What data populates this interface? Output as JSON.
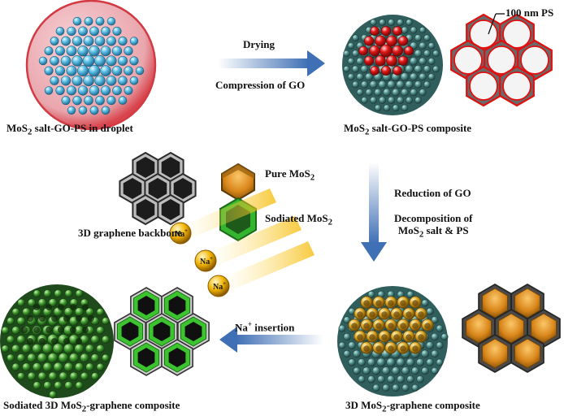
{
  "labels": {
    "droplet_prefix": "MoS",
    "droplet_suffix": " salt-GO-PS in droplet",
    "composite_prefix": "MoS",
    "composite_suffix": " salt-GO-PS composite",
    "pore_size": "100 nm PS",
    "drying": "Drying",
    "compression": "Compression of GO",
    "reduction": "Reduction of GO",
    "decomposition_line1": "Decomposition of",
    "decomposition_line2_prefix": "MoS",
    "decomposition_line2_suffix": " salt & PS",
    "backbone": "3D graphene backbone",
    "pure_prefix": "Pure MoS",
    "sodiated_prefix": "Sodiated MoS",
    "insertion_prefix": "Na",
    "insertion_sup": "+",
    "insertion_suffix": " insertion",
    "graphene_prefix": "3D MoS",
    "graphene_suffix": "-graphene composite",
    "sodiated_comp_prefix": "Sodiated 3D MoS",
    "sodiated_comp_suffix": "-graphene composite",
    "subscript_2": "2",
    "ion_label": "Na",
    "ion_sup": "+"
  },
  "colors": {
    "droplet_shell": "#e25a5a",
    "droplet_sphere": "#52b6dc",
    "red_sphere": "#e01818",
    "teal_sphere": "#4f8f8c",
    "graphene_dark": "#2e2e2e",
    "sodiated_green": "#2fa82f",
    "pure_orange": "#d98a1c",
    "arrow_blue": "#5a86c4",
    "ion_gold": "#f0b000"
  }
}
